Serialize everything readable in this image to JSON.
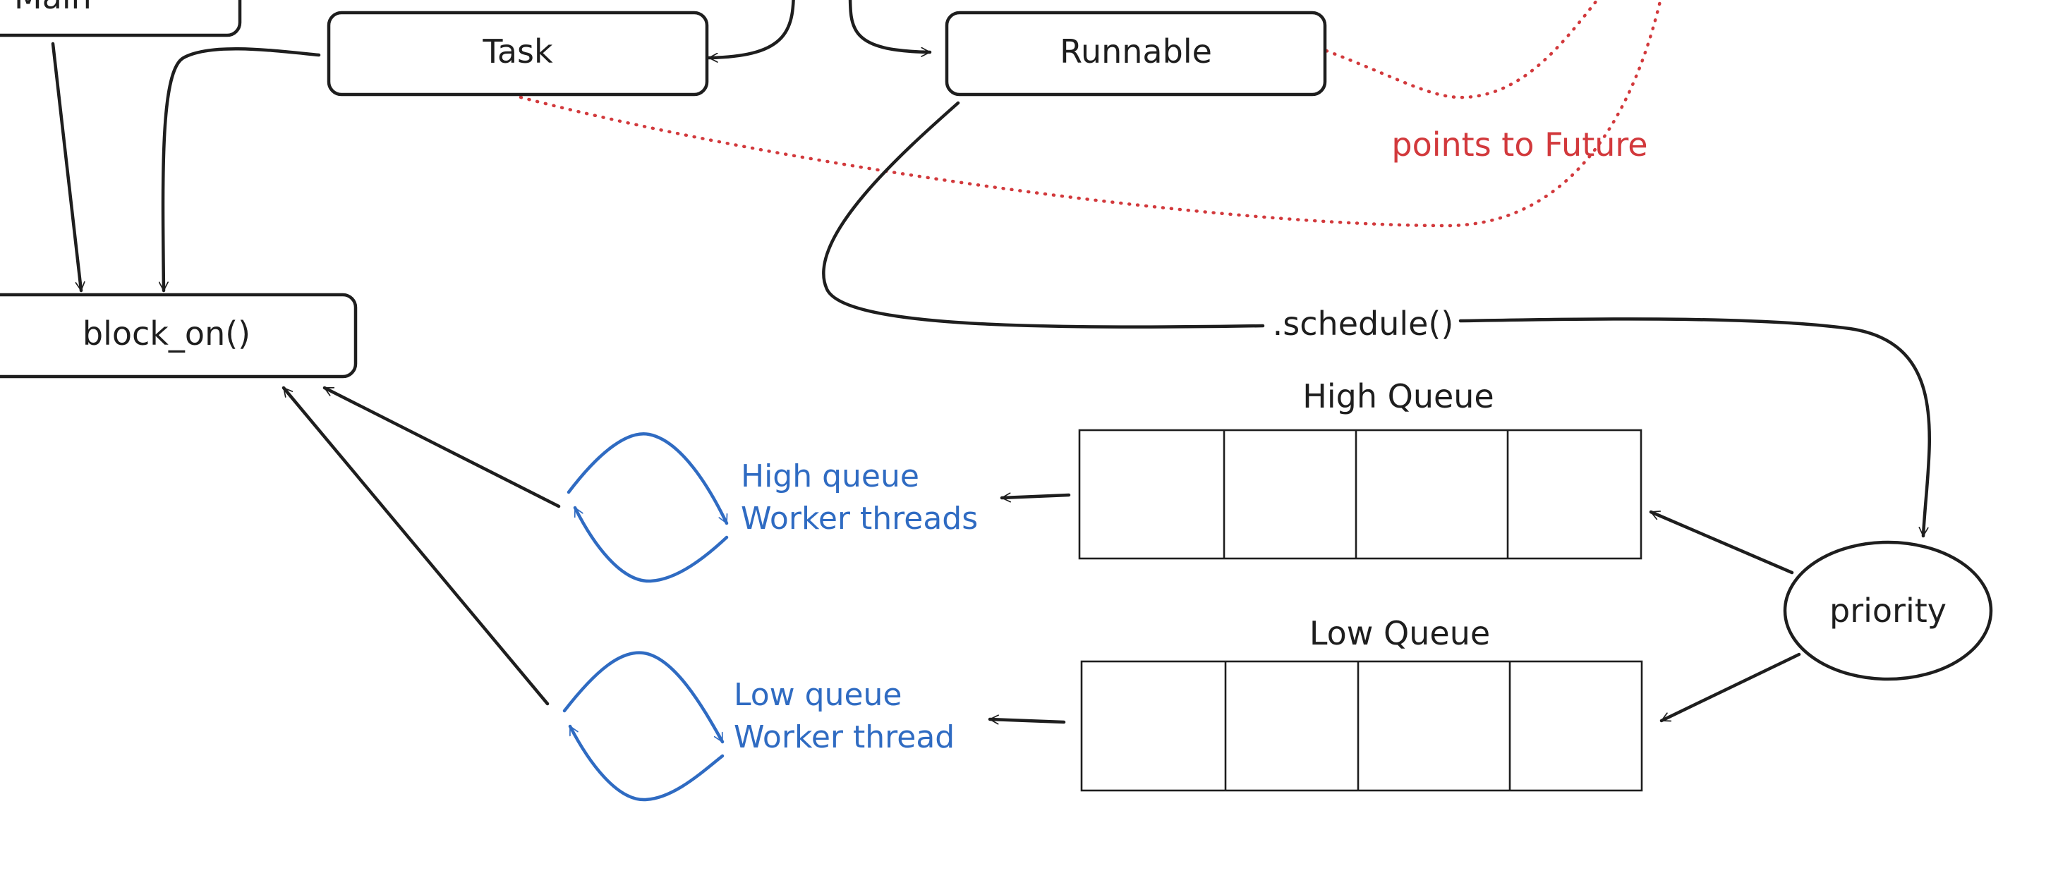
{
  "nodes": {
    "main": "Main",
    "task": "Task",
    "runnable": "Runnable",
    "block_on": "block_on()",
    "priority": "priority"
  },
  "edge_labels": {
    "schedule": ".schedule()",
    "points_to_future": "points to Future"
  },
  "queues": {
    "high": {
      "title": "High Queue",
      "slots": 4
    },
    "low": {
      "title": "Low Queue",
      "slots": 4
    }
  },
  "workers": {
    "high": {
      "line1": "High queue",
      "line2": "Worker threads"
    },
    "low": {
      "line1": "Low queue",
      "line2": "Worker thread"
    }
  },
  "colors": {
    "stroke": "#1e1e1e",
    "worker_blue": "#2f6bc2",
    "pointer_red": "#d2393c"
  }
}
